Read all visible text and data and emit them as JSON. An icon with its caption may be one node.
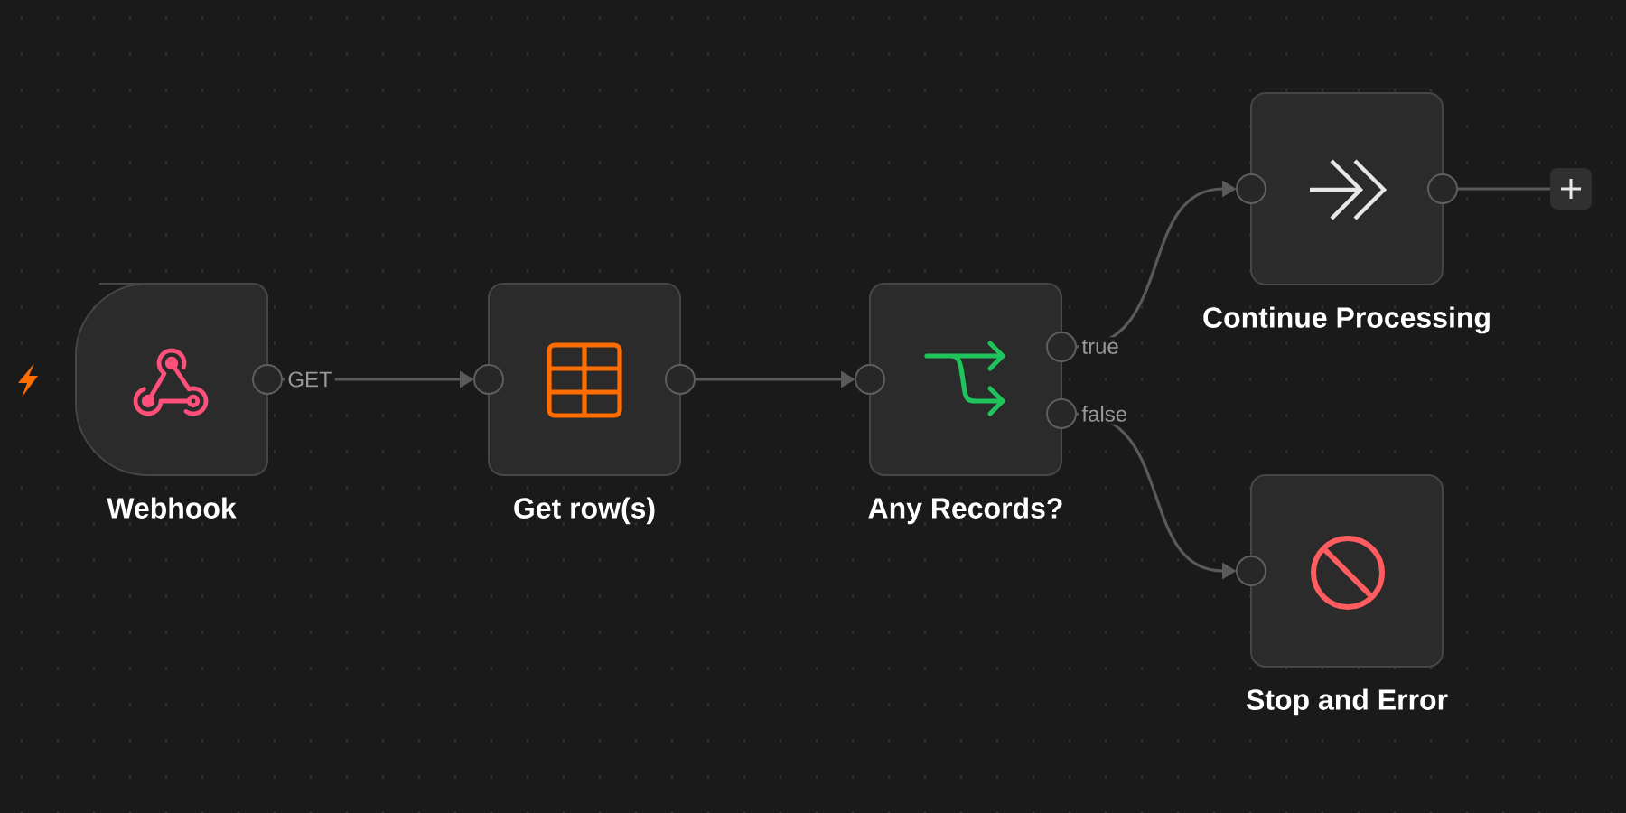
{
  "diagram": {
    "nodes": [
      {
        "text": [
          "Webhook"
        ]
      },
      {
        "text": [
          "Get row(s)"
        ]
      },
      {
        "text": [
          "Any Records?"
        ]
      },
      {
        "text": [
          "Continue Processing"
        ]
      },
      {
        "text": [
          "Stop and Error"
        ]
      },
      {
        "text": [],
        "shape": "box"
      }
    ],
    "edges": [
      {
        "from": 0,
        "to": 1,
        "arrow": "to",
        "label": "GET"
      },
      {
        "from": 1,
        "to": 2,
        "arrow": "to"
      },
      {
        "from": 2,
        "to": 3,
        "arrow": "to",
        "label": "true"
      },
      {
        "from": 2,
        "to": 4,
        "arrow": "to",
        "label": "false"
      },
      {
        "from": 3,
        "to": 5,
        "arrow": "none"
      }
    ]
  }
}
